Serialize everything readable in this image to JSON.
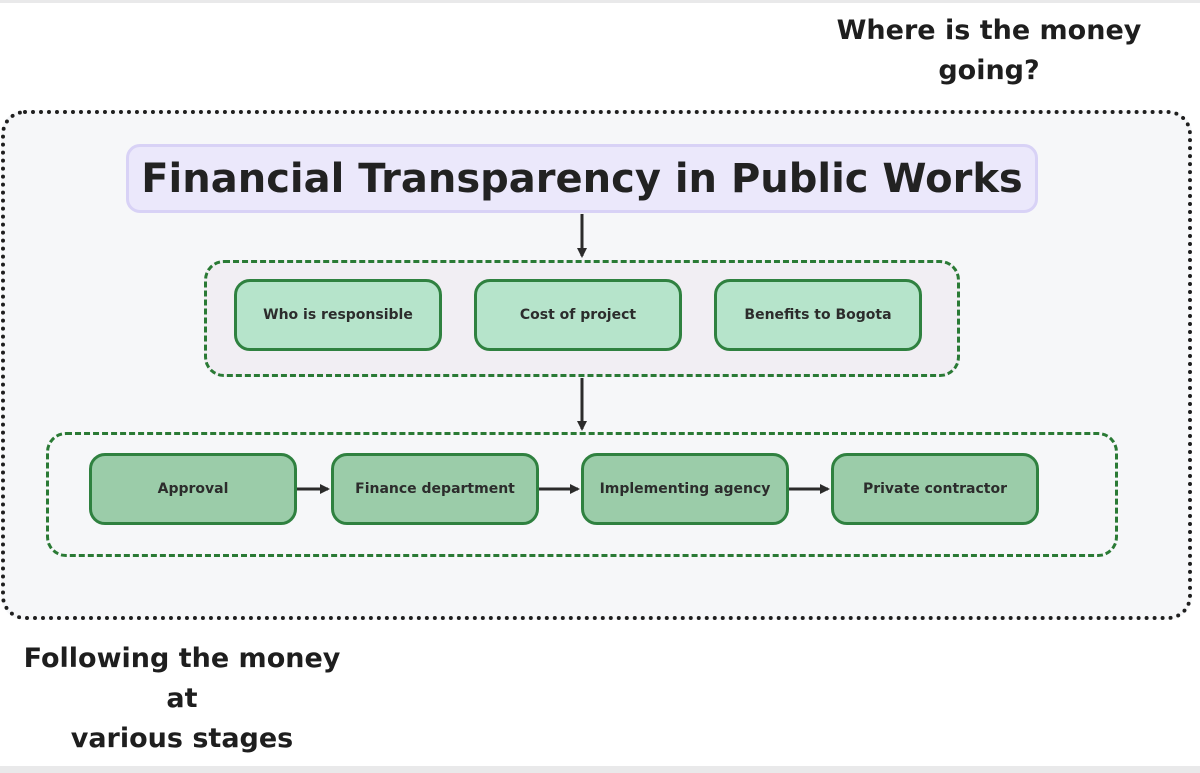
{
  "notes": {
    "top": [
      "Where is the money",
      "going?"
    ],
    "bottom": [
      "Following the money",
      "at",
      "various stages"
    ]
  },
  "title": "Financial Transparency in Public Works",
  "info_nodes": [
    {
      "label": "Who is responsible"
    },
    {
      "label": "Cost of project"
    },
    {
      "label": "Benefits to Bogota"
    }
  ],
  "flow_nodes": [
    {
      "label": "Approval"
    },
    {
      "label": "Finance department"
    },
    {
      "label": "Implementing agency"
    },
    {
      "label": "Private contractor"
    }
  ],
  "colors": {
    "title_fill": "#ebe8fb",
    "title_border": "#d8d2f6",
    "info_node_fill": "#b6e4cb",
    "flow_node_fill": "#9bcca9",
    "node_border": "#2f8140",
    "group_border": "#2a7a35",
    "outer_border": "#1f1f1f",
    "arrow": "#2b2b2b"
  }
}
